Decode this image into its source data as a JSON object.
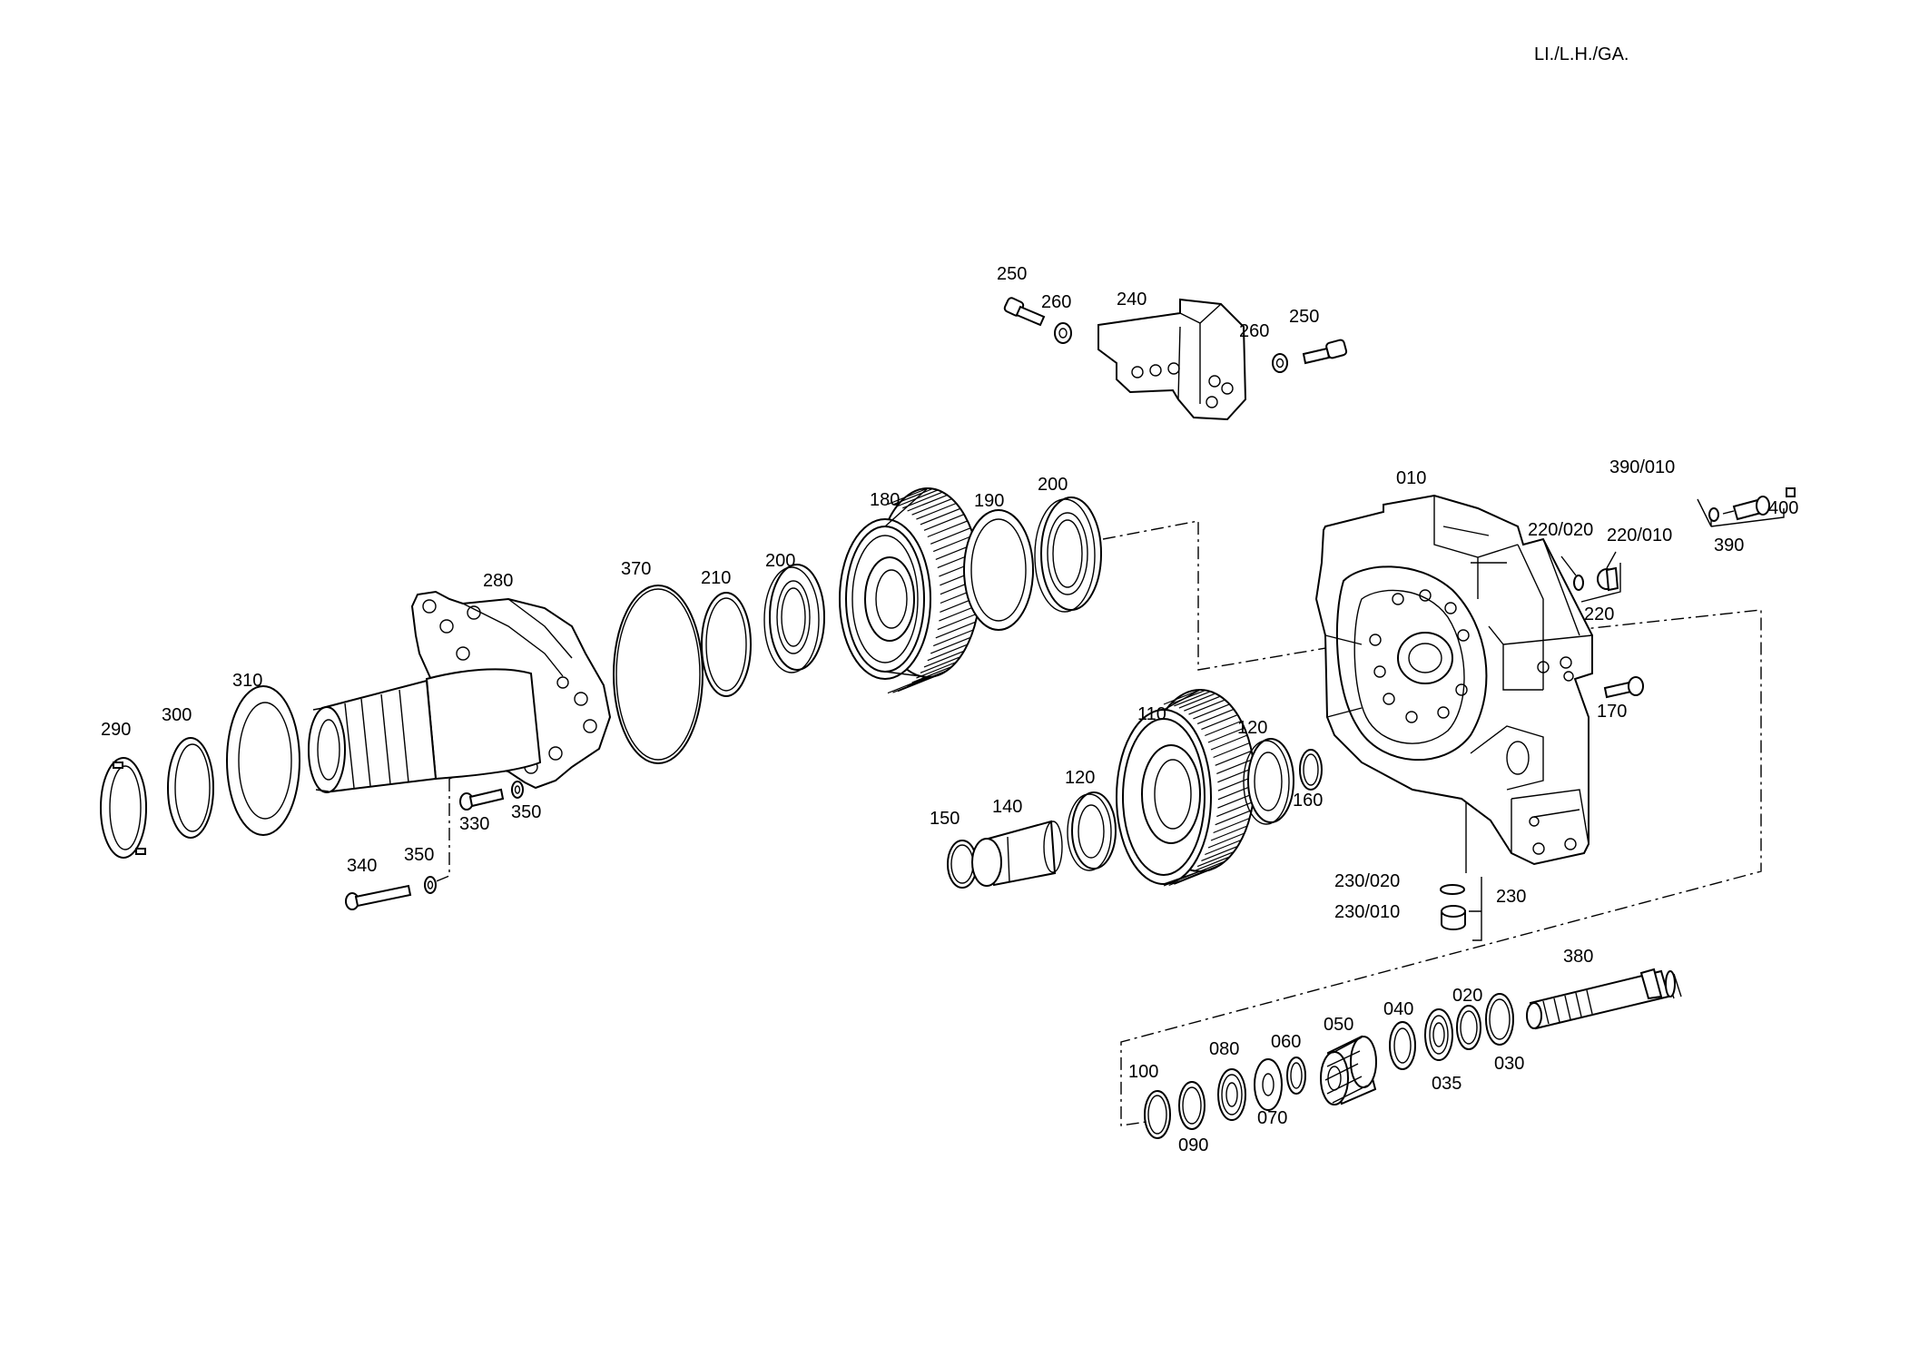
{
  "drawing": {
    "reference": "LI./L.H./GA."
  },
  "labels": {
    "p010": "010",
    "p020": "020",
    "p030": "030",
    "p035": "035",
    "p040": "040",
    "p050": "050",
    "p060": "060",
    "p070": "070",
    "p080": "080",
    "p090": "090",
    "p100": "100",
    "p110": "110",
    "p120a": "120",
    "p120b": "120",
    "p140": "140",
    "p150": "150",
    "p160": "160",
    "p170": "170",
    "p180": "180",
    "p190": "190",
    "p200a": "200",
    "p200b": "200",
    "p210": "210",
    "p220": "220",
    "p220_010": "220/010",
    "p220_020": "220/020",
    "p230": "230",
    "p230_010": "230/010",
    "p230_020": "230/020",
    "p240": "240",
    "p250a": "250",
    "p250b": "250",
    "p260a": "260",
    "p260b": "260",
    "p280": "280",
    "p290": "290",
    "p300": "300",
    "p310": "310",
    "p330": "330",
    "p340": "340",
    "p350a": "350",
    "p350b": "350",
    "p370": "370",
    "p380": "380",
    "p390": "390",
    "p390_010": "390/010",
    "p400": "400"
  }
}
